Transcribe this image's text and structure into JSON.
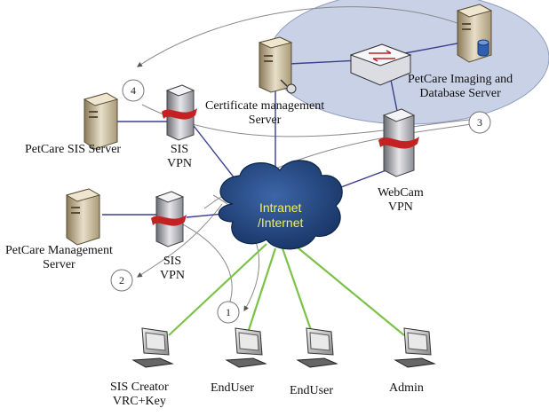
{
  "diagram": {
    "nodes": {
      "sis_server": "PetCare SIS Server",
      "sis_vpn_top": "SIS\nVPN",
      "mgmt_server": "PetCare Management\nServer",
      "sis_vpn_bottom": "SIS\nVPN",
      "cert_server": "Certificate management\nServer",
      "imaging_server": "PetCare Imaging and\nDatabase Server",
      "webcam_vpn": "WebCam\nVPN",
      "cloud": "Intranet\n/Internet",
      "sis_creator": "SIS Creator\nVRC+Key",
      "enduser_1": "EndUser",
      "enduser_2": "EndUser",
      "admin": "Admin"
    },
    "steps": [
      "1",
      "2",
      "3",
      "4"
    ],
    "colors": {
      "cloud": "#1d3f7a",
      "cloud_text": "#f3f34a",
      "zone": "#c9d1e6",
      "wan_link": "#3a3f8f",
      "lan_link": "#7cc24a"
    }
  }
}
